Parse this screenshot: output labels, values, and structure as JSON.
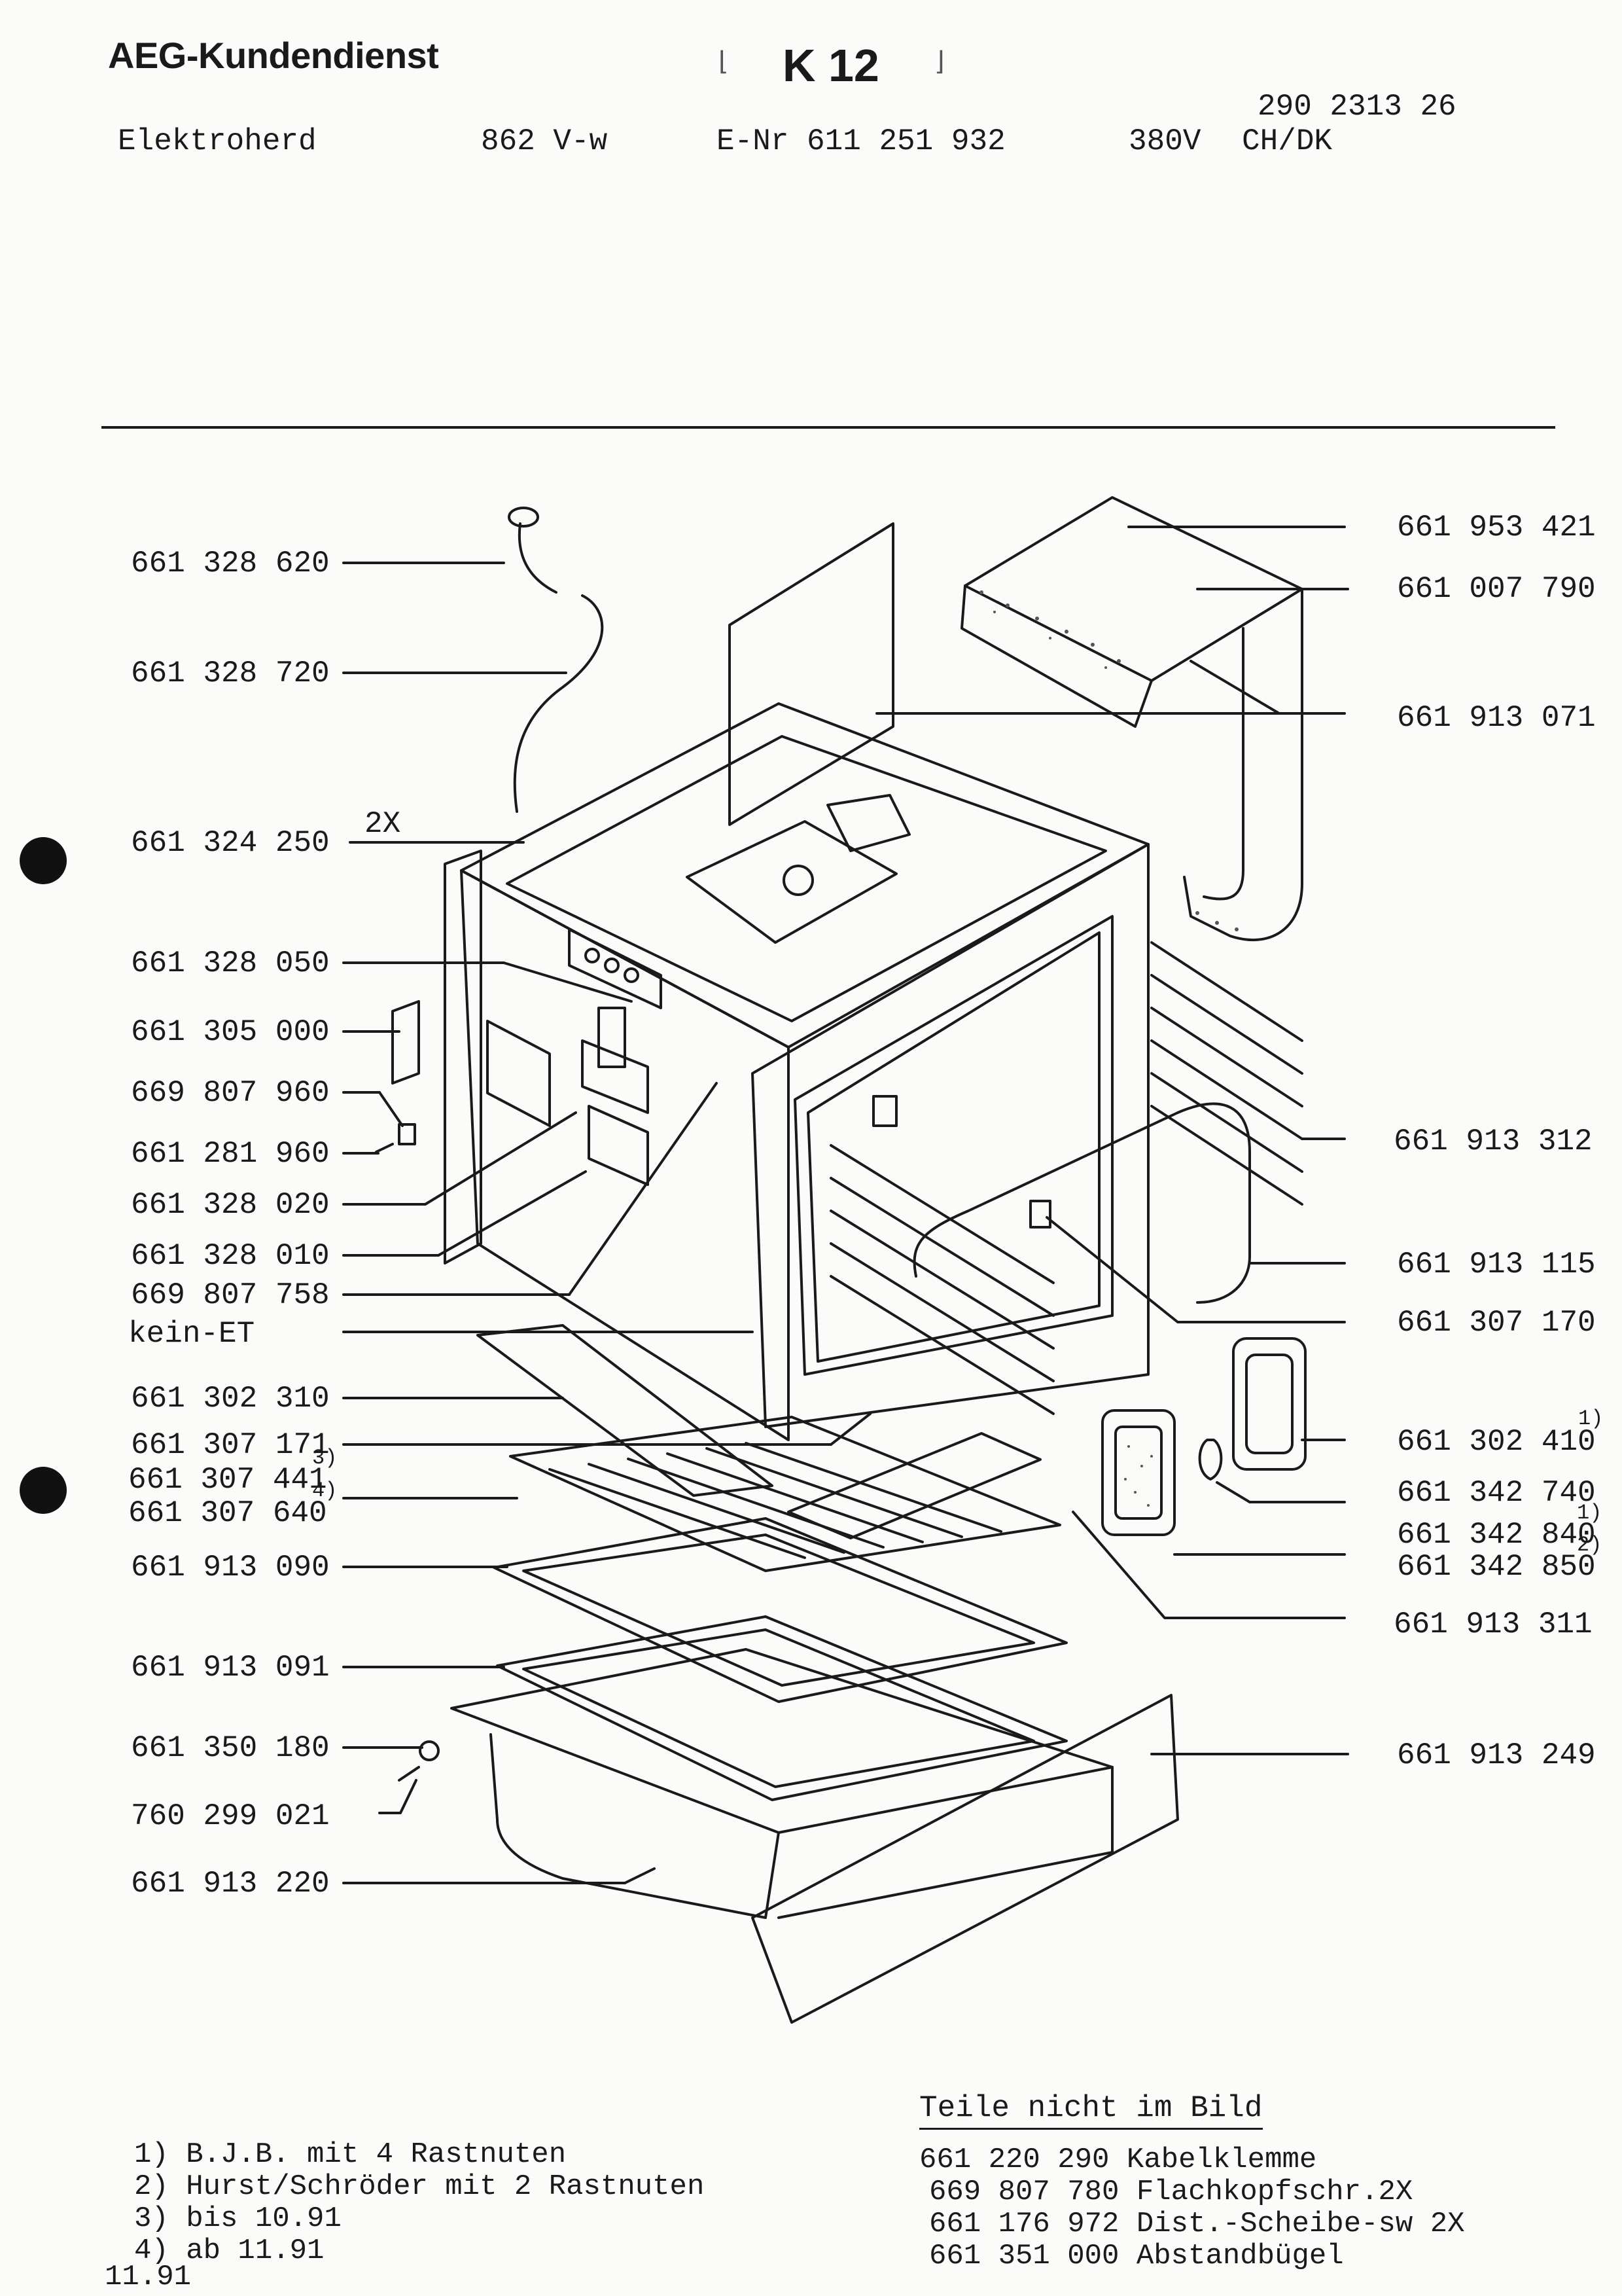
{
  "header": {
    "brand": "AEG-Kundendienst",
    "code": "K 12",
    "doc_number": "290 2313 26",
    "product": "Elektroherd",
    "model": "862 V-w",
    "enr": "E-Nr 611 251 932",
    "voltage": "380V",
    "country": "CH/DK"
  },
  "labels_left": [
    "661 328 620",
    "661 328 720",
    "661 324 250",
    "661 328 050",
    "661 305 000",
    "669 807 960",
    "661 281 960",
    "661 328 020",
    "661 328 010",
    "669 807 758",
    "kein-ET",
    "661 302 310",
    "661 307 171",
    "661 307 441",
    "661 307 640",
    "661 913 090",
    "661 913 091",
    "661 350 180",
    "760 299 021",
    "661 913 220"
  ],
  "labels_right": [
    "661 953 421",
    "661 007 790",
    "661 913 071",
    "661 913 312",
    "661 913 115",
    "661 307 170",
    "661 302 410",
    "661 342 740",
    "661 342 840",
    "661 342 850",
    "661 913 311",
    "661 913 249"
  ],
  "qty_marks": {
    "q1": "2X"
  },
  "superscripts": {
    "s_171": "3)",
    "s_441": "4)",
    "s_410": "1)",
    "s_840": "1)",
    "s_850": "2)"
  },
  "footnotes": [
    "1) B.J.B. mit 4 Rastnuten",
    "2) Hurst/Schröder mit 2 Rastnuten",
    "3) bis 10.91",
    "4) ab  11.91"
  ],
  "footer_date": "11.91",
  "parts_not_shown": {
    "title": "Teile nicht im Bild",
    "items": [
      "661 220 290 Kabelklemme",
      "669 807 780 Flachkopfschr.2X",
      "661 176 972 Dist.-Scheibe-sw 2X",
      "661 351 000 Abstandbügel"
    ]
  }
}
